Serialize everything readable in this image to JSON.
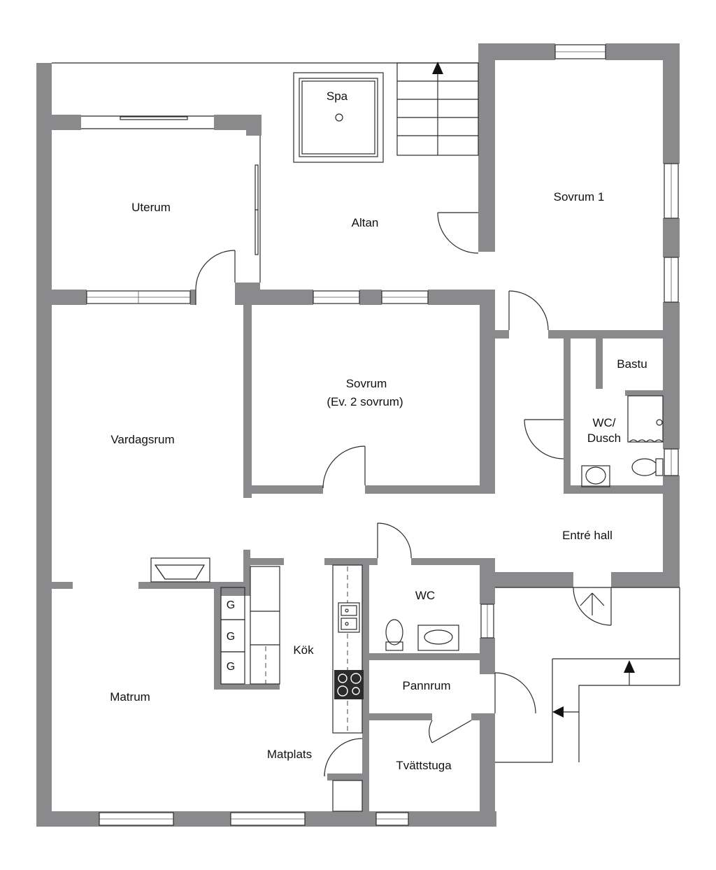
{
  "rooms": {
    "spa": "Spa",
    "uterum": "Uterum",
    "altan": "Altan",
    "sovrum1": "Sovrum 1",
    "sovrum_line1": "Sovrum",
    "sovrum_line2": "(Ev. 2 sovrum)",
    "bastu": "Bastu",
    "wc_dusch_line1": "WC/",
    "wc_dusch_line2": "Dusch",
    "vardagsrum": "Vardagsrum",
    "entre_hall": "Entré hall",
    "wc": "WC",
    "kok": "Kök",
    "matrum": "Matrum",
    "pannrum": "Pannrum",
    "matplats": "Matplats",
    "tvattstuga": "Tvättstuga"
  },
  "appliances": {
    "g1": "G",
    "g2": "G",
    "g3": "G"
  },
  "colors": {
    "wall": "#8a8a8c",
    "line": "#2b2b2b"
  }
}
